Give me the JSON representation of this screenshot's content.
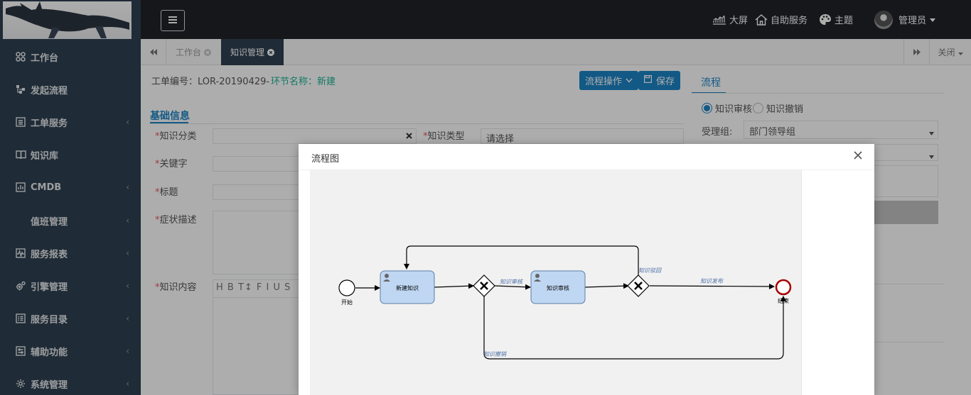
{
  "sidebar": {
    "items": [
      {
        "label": "工作台",
        "icon": "grid-icon",
        "has_submenu": false
      },
      {
        "label": "发起流程",
        "icon": "sitemap-icon",
        "has_submenu": false
      },
      {
        "label": "工单服务",
        "icon": "list-icon",
        "has_submenu": true
      },
      {
        "label": "知识库",
        "icon": "book-icon",
        "has_submenu": false
      },
      {
        "label": "CMDB",
        "icon": "bar-chart-icon",
        "has_submenu": true
      },
      {
        "label": "值班管理",
        "icon": "",
        "has_submenu": true
      },
      {
        "label": "服务报表",
        "icon": "waveform-icon",
        "has_submenu": true
      },
      {
        "label": "引擎管理",
        "icon": "gears-icon",
        "has_submenu": true
      },
      {
        "label": "服务目录",
        "icon": "catalog-icon",
        "has_submenu": true
      },
      {
        "label": "辅助功能",
        "icon": "tools-icon",
        "has_submenu": true
      },
      {
        "label": "系统管理",
        "icon": "gear-icon",
        "has_submenu": true
      }
    ]
  },
  "topbar": {
    "big_screen": "大屏",
    "self_service": "自助服务",
    "theme": "主题",
    "user": "管理员"
  },
  "tabs": {
    "items": [
      {
        "label": "工作台",
        "active": false
      },
      {
        "label": "知识管理",
        "active": true
      }
    ],
    "close_label": "关闭"
  },
  "form": {
    "ticket_label": "工单编号：LOR-20190429-",
    "node_label": "环节名称：新建",
    "flow_button": "流程操作",
    "save_button": "保存",
    "section_title": "基础信息",
    "fields": {
      "category": "知识分类",
      "type": "知识类型",
      "type_value": "请选择",
      "keyword": "关键字",
      "title": "标题",
      "symptom": "症状描述",
      "content": "知识内容"
    },
    "editor_toolbar": "H B T↕ F I U S"
  },
  "right_panel": {
    "tab": "流程",
    "radio_options": [
      {
        "label": "知识审核",
        "checked": true
      },
      {
        "label": "知识撤销",
        "checked": false
      }
    ],
    "group_label": "受理组:",
    "group_value": "部门领导组"
  },
  "modal": {
    "title": "流程图",
    "diagram": {
      "start": "开始",
      "end": "结束",
      "task1": "新建知识",
      "task2": "知识审核",
      "flow_review": "知识审核",
      "flow_reject": "知识驳回",
      "flow_publish": "知识发布",
      "flow_revoke": "知识撤销"
    }
  },
  "colors": {
    "sidebar_bg": "#2f4050",
    "topbar_bg": "#1f2328",
    "accent": "#1c84c6",
    "task_fill": "#bfd7f2",
    "end_event": "#a80000"
  }
}
